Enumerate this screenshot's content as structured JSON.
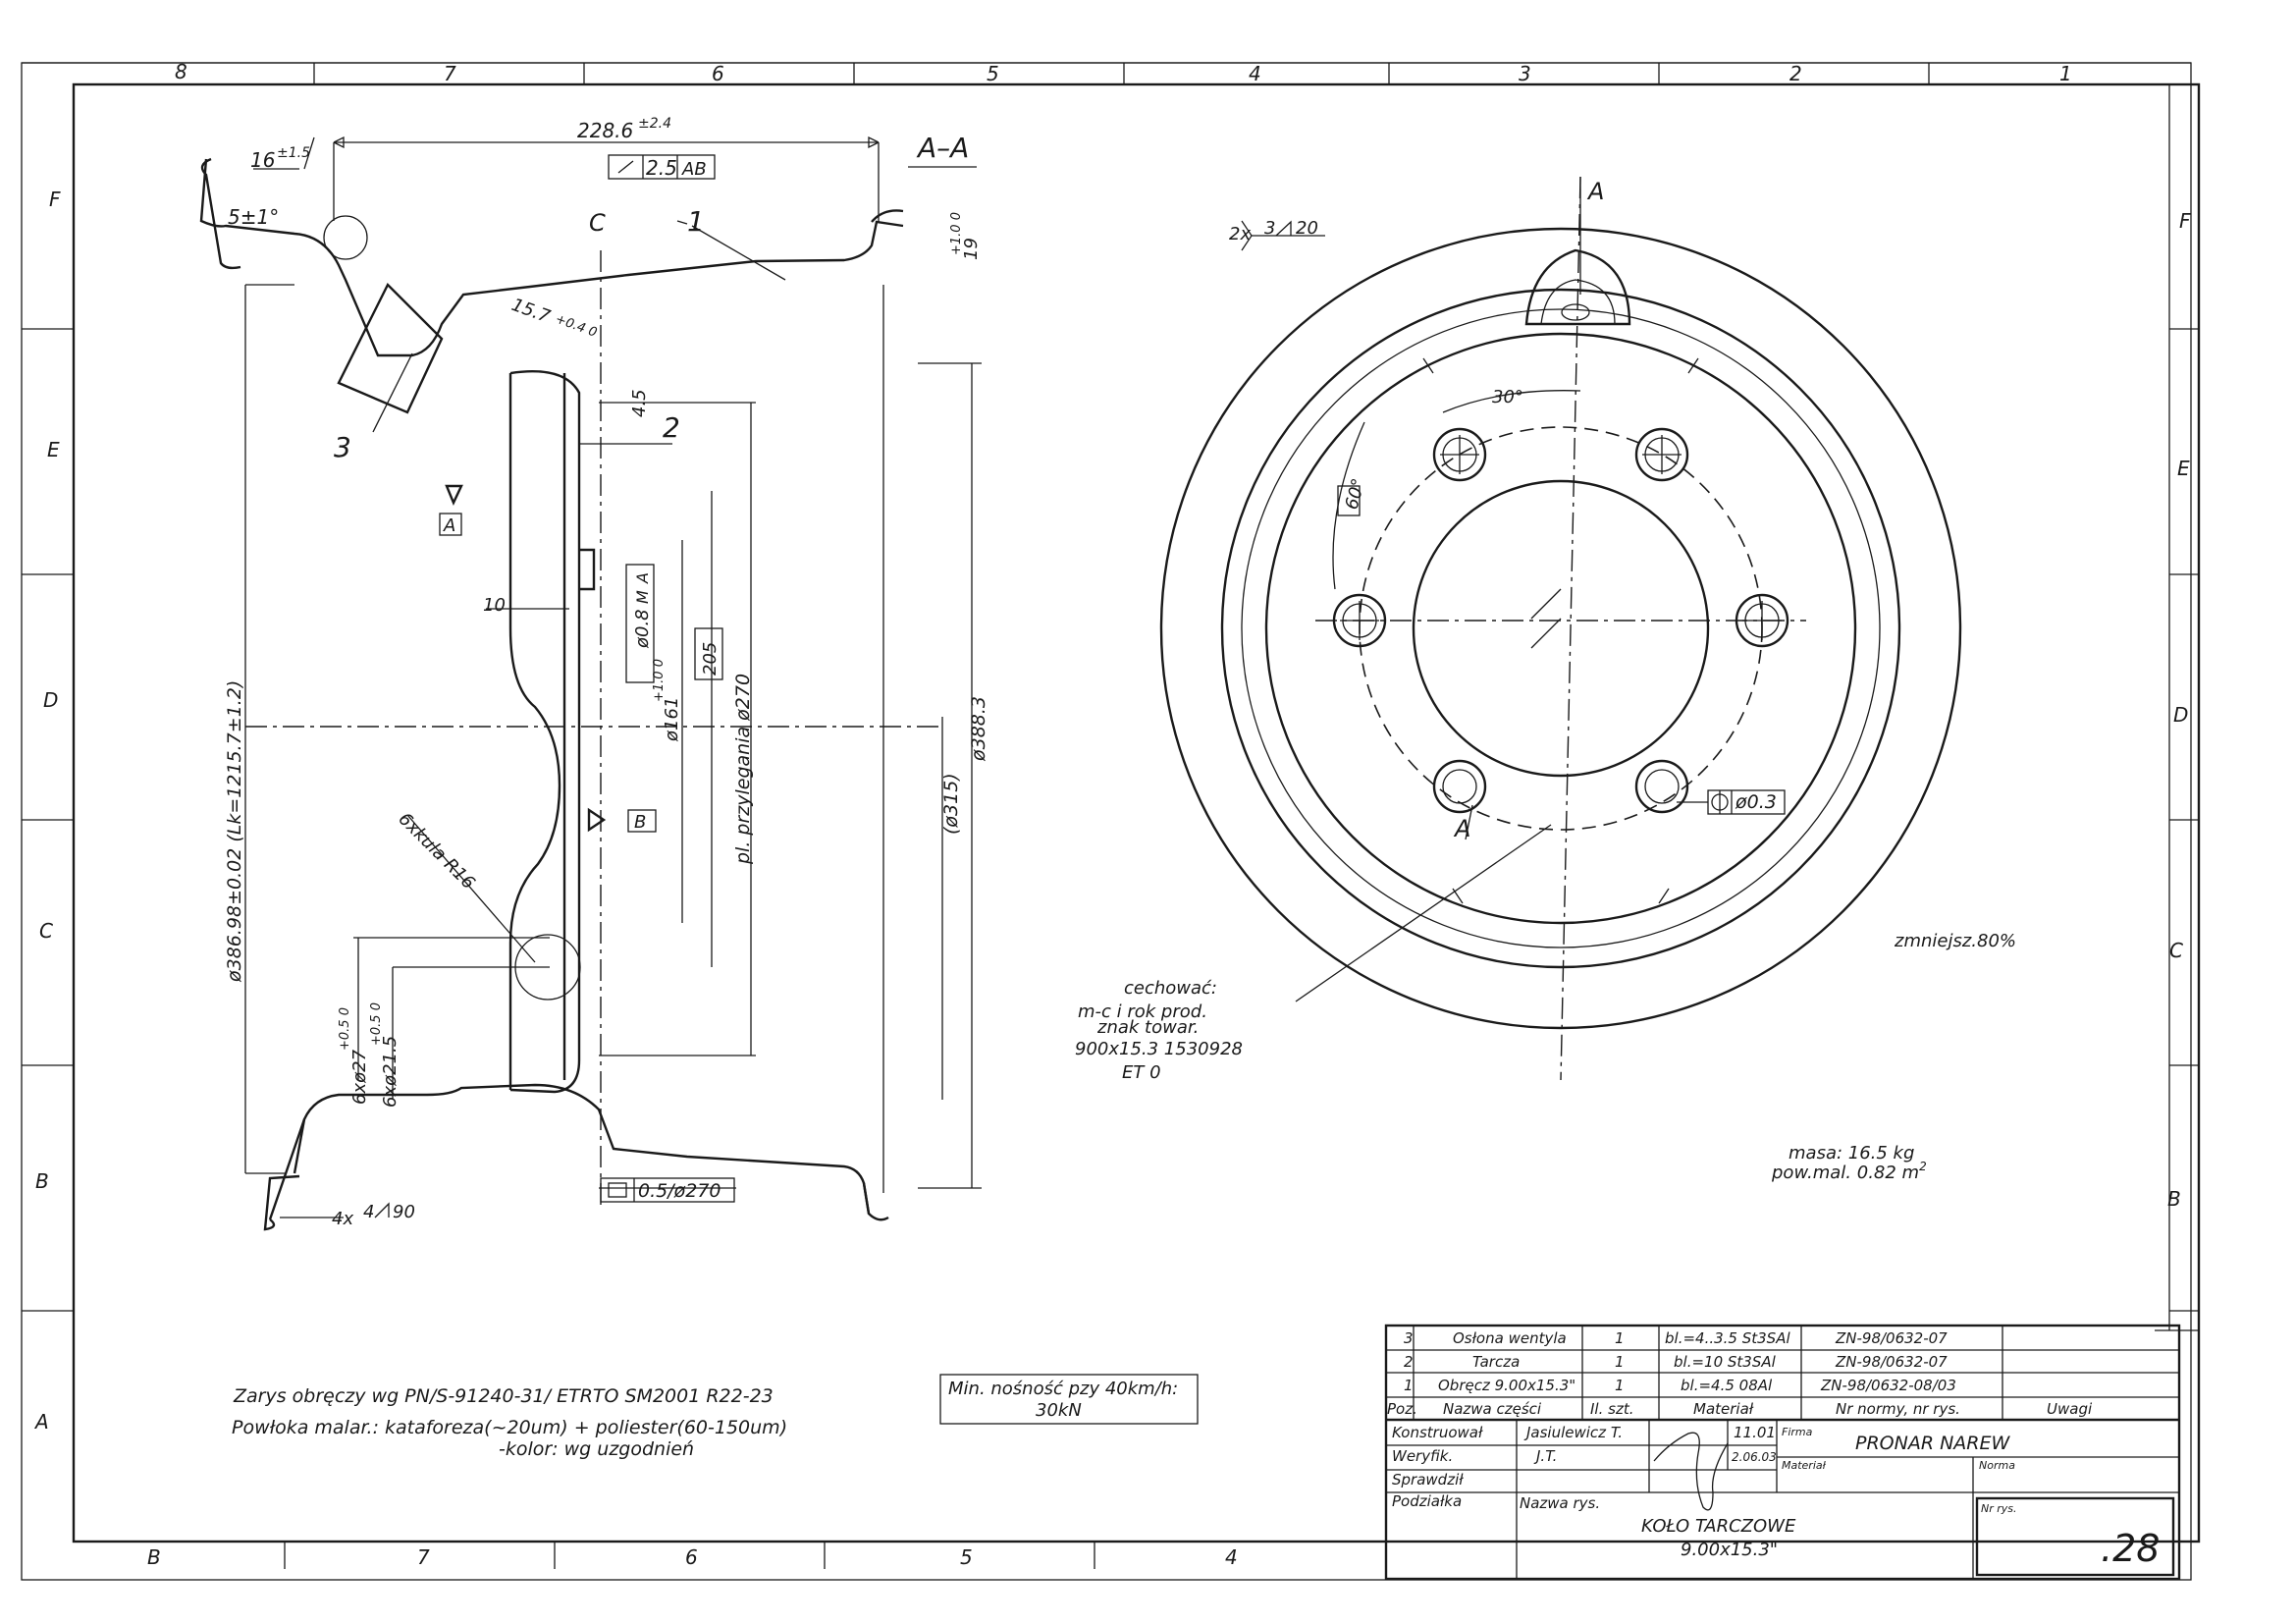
{
  "frame": {
    "top_zones": [
      "8",
      "7",
      "6",
      "5",
      "4",
      "3",
      "2",
      "1"
    ],
    "bottom_zones": [
      "B",
      "7",
      "6",
      "5",
      "4"
    ],
    "left_rows": [
      "F",
      "E",
      "D",
      "C",
      "B",
      "A"
    ],
    "right_rows": [
      "F",
      "E",
      "D",
      "C",
      "B"
    ]
  },
  "section": {
    "title": "A–A",
    "dim_width": "228.6",
    "dim_width_tol": "±2.4",
    "dim_flange": "16",
    "dim_flange_tol": "±1.5",
    "angle": "5±1°",
    "runout": "2.5",
    "runout_ref": "AB",
    "dim_19": "19",
    "dim_19_tol": "+1.0 0",
    "dim_15": "15.7",
    "dim_15_tol": "+0.4 0",
    "dim_4_5": "4.5",
    "dim_10": "10",
    "callout_1": "1",
    "callout_2": "2",
    "callout_3": "3",
    "datum_a": "A",
    "datum_b": "B",
    "centre_mark": "C",
    "dim_diameter_rim": "ø386.98±0.02 (Lk=1215.7±1.2)",
    "dim_bore": "ø161",
    "dim_bore_tol": "+1.0 0",
    "position_tol": "ø0.8",
    "position_mod": "M",
    "position_ref": "A",
    "dim_205": "205",
    "dim_270": "pl. przylegania ø270",
    "dim_315": "(ø315)",
    "dim_388": "ø388.3",
    "ball_label": "6xkula R16",
    "holes_27": "6xø27",
    "holes_27_tol": "+0.5 0",
    "holes_21": "6xø21.5",
    "holes_21_tol": "+0.5 0",
    "weld_bottom": "4x",
    "weld_bottom_val": "4",
    "weld_bottom_len": "90",
    "flatness": "0.5/ø270"
  },
  "front_view": {
    "weld_top": "2x",
    "weld_top_val": "3",
    "weld_top_len": "20",
    "section_mark": "A",
    "angle_30": "30°",
    "angle_60": "60°",
    "hole_pos_tol": "ø0.3",
    "scale_note": "zmniejsz.80%",
    "marking_title": "cechować:",
    "marking_line1": "m-c i rok prod.",
    "marking_line2": "znak towar.",
    "marking_line3": "900x15.3  1530928",
    "marking_line4": "ET 0",
    "mass": "masa:  16.5 kg",
    "paint_area": "pow.mal.  0.82 m",
    "paint_area_sup": "2"
  },
  "notes": {
    "line1": "Zarys obręczy wg PN/S-91240-31/ ETRTO SM2001 R22-23",
    "line2": "Powłoka malar.: kataforeza(~20um) + poliester(60-150um)",
    "line3": "-kolor: wg uzgodnień",
    "capacity_line1": "Min. nośność pzy 40km/h:",
    "capacity_line2": "30kN"
  },
  "title_block": {
    "parts": [
      {
        "pos": "3",
        "name": "Osłona wentyla",
        "qty": "1",
        "material": "bl.=4..3.5 St3SAl",
        "norm": "ZN-98/0632-07",
        "remarks": ""
      },
      {
        "pos": "2",
        "name": "Tarcza",
        "qty": "1",
        "material": "bl.=10 St3SAl",
        "norm": "ZN-98/0632-07",
        "remarks": ""
      },
      {
        "pos": "1",
        "name": "Obręcz 9.00x15.3\"",
        "qty": "1",
        "material": "bl.=4.5 08Al",
        "norm": "ZN-98/0632-08/03",
        "remarks": ""
      }
    ],
    "header": {
      "pos": "Poz.",
      "name": "Nazwa części",
      "qty": "Il. szt.",
      "material": "Materiał",
      "norm": "Nr normy, nr rys.",
      "remarks": "Uwagi"
    },
    "designed_label": "Konstruował",
    "designed_by": "Jasiulewicz T.",
    "designed_date": "11.01",
    "checked_label": "Weryfik.",
    "checked_by": "J.T.",
    "checked_date": "2.06.03",
    "approved_label": "Sprawdził",
    "scale_label": "Podziałka",
    "firm_label": "Firma",
    "firm": "PRONAR NAREW",
    "material_label": "Materiał",
    "norm_label": "Norma",
    "drawing_name_label": "Nazwa rys.",
    "drawing_name_1": "KOŁO TARCZOWE",
    "drawing_name_2": "9.00x15.3\"",
    "drawing_no_label": "Nr rys.",
    "drawing_no": ".28"
  }
}
